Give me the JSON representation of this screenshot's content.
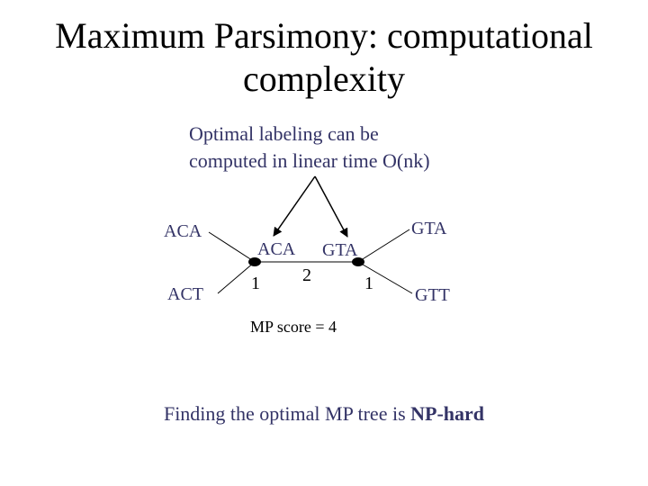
{
  "slide": {
    "title_line1": "Maximum Parsimony: computational",
    "title_line2": "complexity",
    "note_line1": "Optimal labeling can be",
    "note_line2": "computed in linear time O(nk)",
    "footer_text": "Finding the optimal MP tree is ",
    "footer_bold": "NP-hard"
  },
  "tree": {
    "leaves": {
      "top_left": "ACA",
      "bottom_left": "ACT",
      "top_right": "GTA",
      "bottom_right": "GTT"
    },
    "internal": {
      "left": "ACA",
      "right": "GTA"
    },
    "edge_costs": {
      "left": "1",
      "middle": "2",
      "right": "1"
    },
    "score": "MP score = 4"
  },
  "colors": {
    "text_dark": "#000000",
    "text_accent": "#333366",
    "line": "#000000",
    "background": "#ffffff"
  }
}
